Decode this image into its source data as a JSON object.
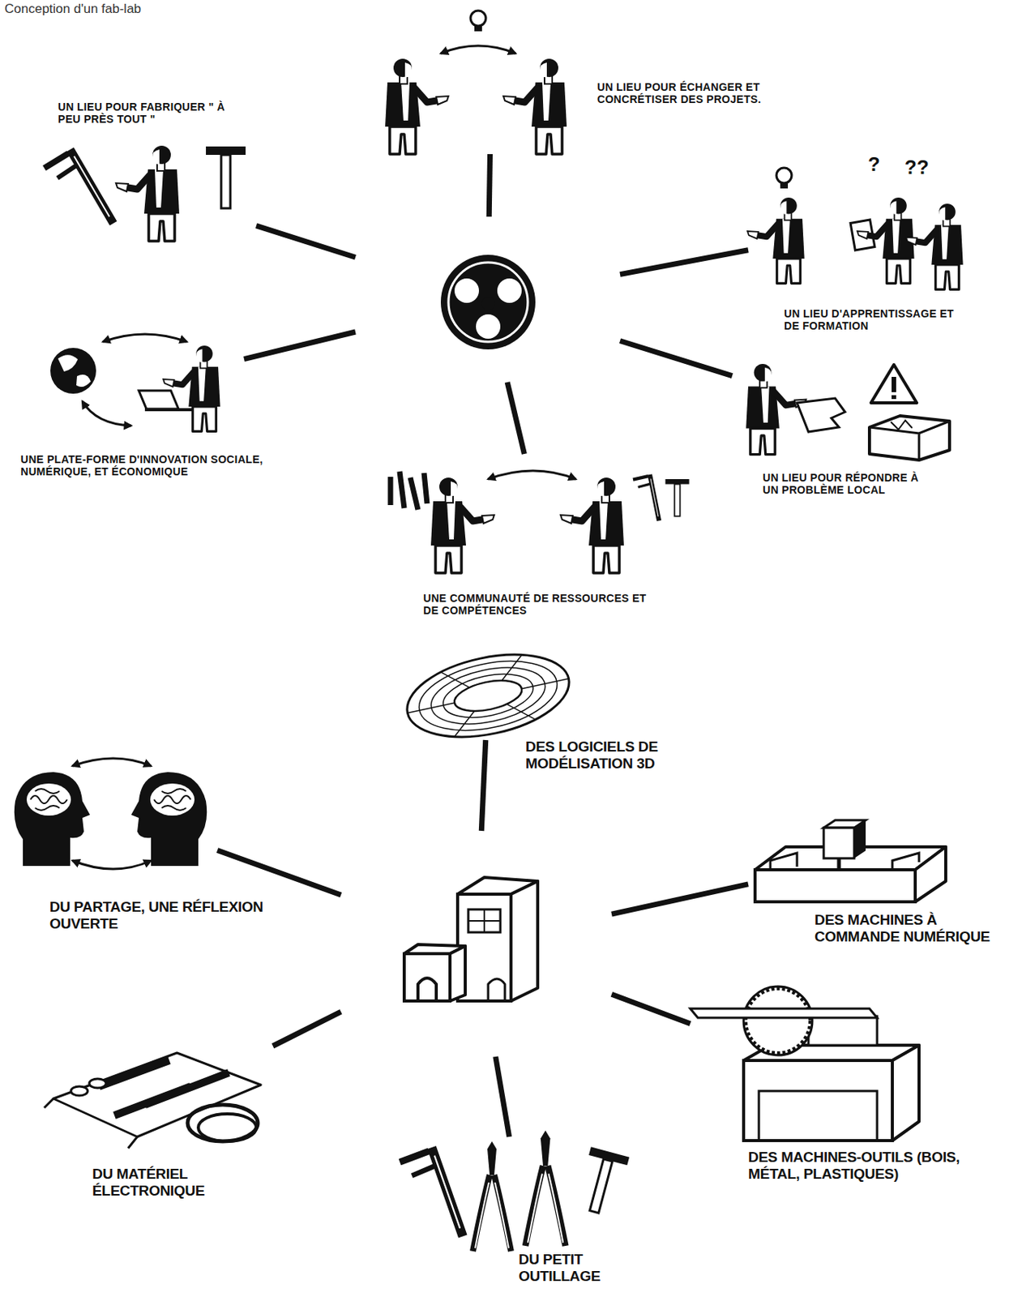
{
  "diagram": {
    "title": "Conception d'un fab-lab",
    "nodes": [
      {
        "text": []
      },
      {
        "text": [
          "UN LIEU POUR ÉCHANGER ET CONCRÉTISER DES PROJETS."
        ]
      },
      {
        "text": [
          "UN LIEU POUR FABRIQUER \" À PEU PRÈS TOUT \""
        ]
      },
      {
        "text": [
          "UN LIEU D'APPRENTISSAGE ET DE FORMATION"
        ]
      },
      {
        "text": [
          "UNE PLATE-FORME D'INNOVATION SOCIALE, NUMÉRIQUE, ET ÉCONOMIQUE"
        ]
      },
      {
        "text": [
          "UN LIEU POUR RÉPONDRE À UN PROBLÈME LOCAL"
        ]
      },
      {
        "text": [
          "UNE COMMUNAUTÉ DE RESSOURCES ET DE COMPÉTENCES"
        ]
      },
      {
        "text": []
      },
      {
        "text": [
          "DES LOGICIELS DE MODÉLISATION 3D"
        ]
      },
      {
        "text": [
          "DU PARTAGE, UNE RÉFLEXION OUVERTE"
        ]
      },
      {
        "text": [
          "DES MACHINES À COMMANDE NUMÉRIQUE"
        ]
      },
      {
        "text": [
          "DES MACHINES-OUTILS (BOIS, MÉTAL, PLASTIQUES)"
        ]
      },
      {
        "text": [
          "DU MATÉRIEL ÉLECTRONIQUE"
        ]
      },
      {
        "text": [
          "DU PETIT OUTILLAGE"
        ]
      }
    ],
    "edges": [
      {
        "from": 0,
        "to": 1,
        "arrow": "none"
      },
      {
        "from": 0,
        "to": 2,
        "arrow": "none"
      },
      {
        "from": 0,
        "to": 3,
        "arrow": "none"
      },
      {
        "from": 0,
        "to": 4,
        "arrow": "none"
      },
      {
        "from": 0,
        "to": 5,
        "arrow": "none"
      },
      {
        "from": 0,
        "to": 6,
        "arrow": "none"
      },
      {
        "from": 7,
        "to": 8,
        "arrow": "none"
      },
      {
        "from": 7,
        "to": 9,
        "arrow": "none"
      },
      {
        "from": 7,
        "to": 10,
        "arrow": "none"
      },
      {
        "from": 7,
        "to": 11,
        "arrow": "none"
      },
      {
        "from": 7,
        "to": 12,
        "arrow": "none"
      },
      {
        "from": 7,
        "to": 13,
        "arrow": "none"
      }
    ],
    "labels": [
      "?",
      "??"
    ]
  }
}
